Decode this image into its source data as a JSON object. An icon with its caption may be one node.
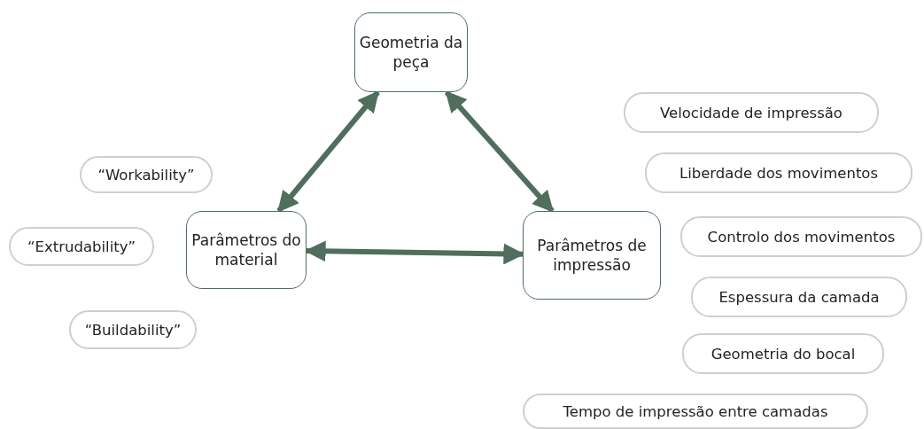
{
  "diagram": {
    "nodes": [
      {
        "text": [
          "Geometria da peça"
        ]
      },
      {
        "text": [
          "Velocidade de impressão"
        ]
      },
      {
        "text": [
          "“Workability”"
        ]
      },
      {
        "text": [
          "Liberdade dos movimentos"
        ]
      },
      {
        "text": [
          "Parâmetros do material"
        ]
      },
      {
        "text": [
          "Parâmetros de impressão"
        ]
      },
      {
        "text": [
          "“Extrudability”"
        ]
      },
      {
        "text": [
          "Controlo dos movimentos"
        ]
      },
      {
        "text": [
          "Espessura da camada"
        ]
      },
      {
        "text": [
          "“Buildability”"
        ]
      },
      {
        "text": [
          "Geometria do bocal"
        ]
      },
      {
        "text": [
          "Tempo de impressão entre camadas"
        ]
      }
    ],
    "edges": [
      {
        "from": 0,
        "to": 4,
        "arrow": "both"
      },
      {
        "from": 0,
        "to": 5,
        "arrow": "both"
      },
      {
        "from": 4,
        "to": 5,
        "arrow": "both"
      }
    ]
  }
}
